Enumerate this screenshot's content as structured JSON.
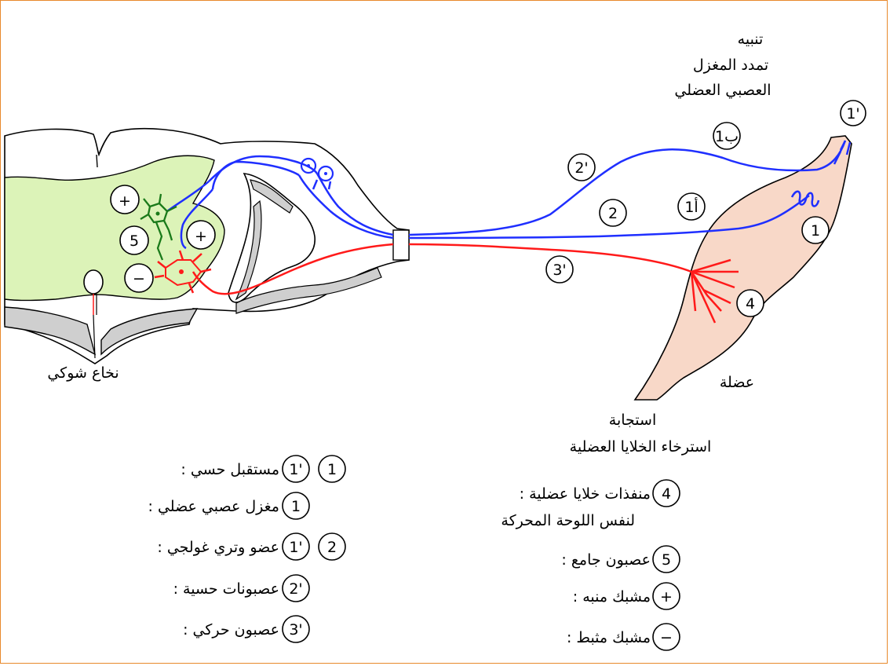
{
  "colors": {
    "frame": "#e8892b",
    "sensory_neuron": "#1f2fff",
    "motor_neuron": "#ff1a1a",
    "interneuron": "#1a7a1a",
    "gray_matter": "#dcf3b8",
    "muscle": "#f8d8c8"
  },
  "top_labels": {
    "stimulus": "تنبيه",
    "stretch_line1": "تمدد المغزل",
    "stretch_line2": "العصبي العضلي"
  },
  "diagram_labels": {
    "spinal_cord": "نخاع شوكي",
    "muscle": "عضلة",
    "response": "استجابة",
    "relaxation": "استرخاء الخلايا العضلية"
  },
  "markers": {
    "m1p_top": "1'",
    "m1b": "1ب",
    "m2p": "2'",
    "m1a": "1أ",
    "m2": "2",
    "m1": "1",
    "m3p": "3'",
    "m4": "4",
    "plus_top": "+",
    "m5": "5",
    "plus_right": "+",
    "minus": "−"
  },
  "legend": {
    "sensory_receptor": {
      "keys": [
        "1",
        "1'"
      ],
      "text": ": مستقبل حسي"
    },
    "spindle": {
      "keys": [
        "1"
      ],
      "text": ": مغزل عصبي عضلي"
    },
    "golgi": {
      "keys": [
        "2",
        "1'"
      ],
      "text": ": عضو وتري غولجي"
    },
    "sensory_neurons": {
      "keys": [
        "2'"
      ],
      "text": ": عصبونات حسية"
    },
    "motor_neuron": {
      "keys": [
        "3'"
      ],
      "text": ": عصبون حركي"
    },
    "effectors": {
      "keys": [
        "4"
      ],
      "text": ": منفذات خلايا عضلية",
      "text2": "لنفس اللوحة المحركة"
    },
    "interneuron": {
      "keys": [
        "5"
      ],
      "text": ": عصبون جامع"
    },
    "excitatory": {
      "keys": [
        "+"
      ],
      "text": ": مشبك منبه"
    },
    "inhibitory": {
      "keys": [
        "−"
      ],
      "text": ": مشبك مثبط"
    }
  }
}
